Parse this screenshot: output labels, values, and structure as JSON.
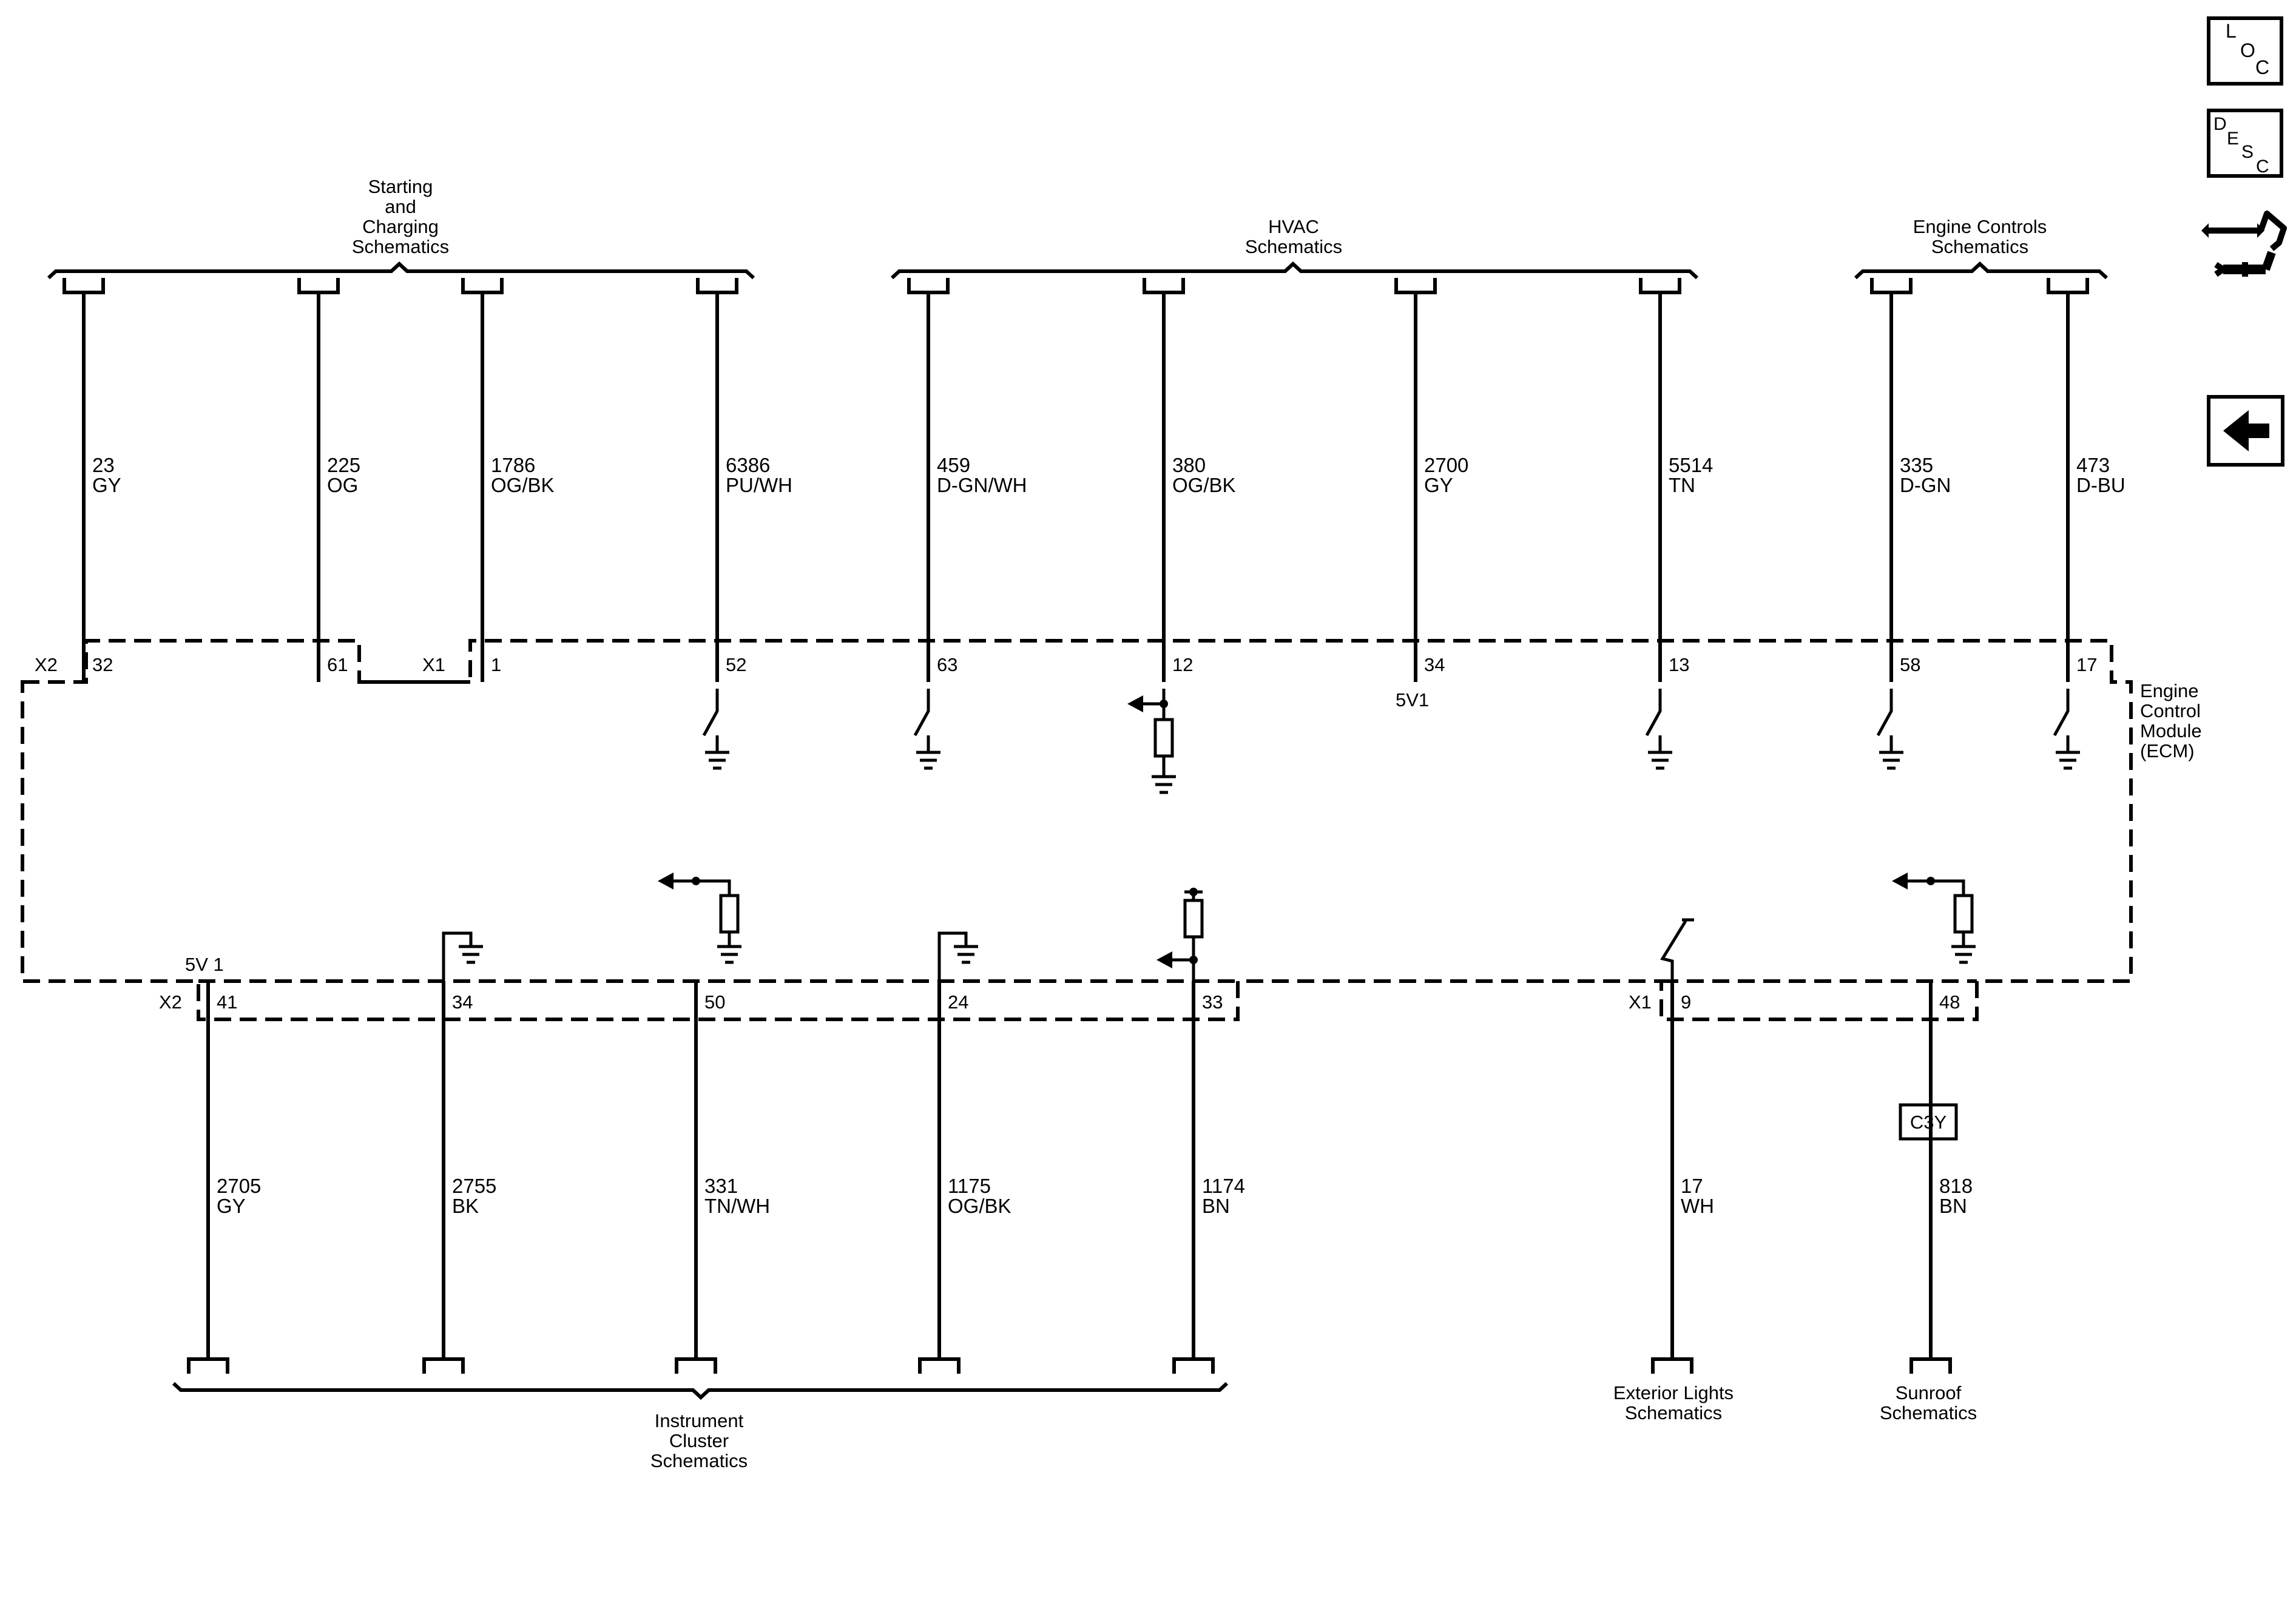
{
  "module": {
    "name_lines": [
      "Engine",
      "Control",
      "Module",
      "(ECM)"
    ],
    "ref_5v_top": "5V1",
    "ref_5v_bottom": "5V 1"
  },
  "connectors": {
    "top_x2": "X2",
    "top_x1": "X1",
    "bottom_x2": "X2",
    "bottom_x1": "X1"
  },
  "groups_top": [
    {
      "lines": [
        "Starting",
        "and",
        "Charging",
        "Schematics"
      ]
    },
    {
      "lines": [
        "HVAC",
        "Schematics"
      ]
    },
    {
      "lines": [
        "Engine Controls",
        "Schematics"
      ]
    }
  ],
  "groups_bottom": [
    {
      "lines": [
        "Instrument",
        "Cluster",
        "Schematics"
      ]
    },
    {
      "lines": [
        "Exterior Lights",
        "Schematics"
      ]
    },
    {
      "lines": [
        "Sunroof",
        "Schematics"
      ]
    }
  ],
  "wires_top": [
    {
      "circuit": "23",
      "color": "GY",
      "pin": "32"
    },
    {
      "circuit": "225",
      "color": "OG",
      "pin": "61"
    },
    {
      "circuit": "1786",
      "color": "OG/BK",
      "pin": "1"
    },
    {
      "circuit": "6386",
      "color": "PU/WH",
      "pin": "52"
    },
    {
      "circuit": "459",
      "color": "D-GN/WH",
      "pin": "63"
    },
    {
      "circuit": "380",
      "color": "OG/BK",
      "pin": "12"
    },
    {
      "circuit": "2700",
      "color": "GY",
      "pin": "34"
    },
    {
      "circuit": "5514",
      "color": "TN",
      "pin": "13"
    },
    {
      "circuit": "335",
      "color": "D-GN",
      "pin": "58"
    },
    {
      "circuit": "473",
      "color": "D-BU",
      "pin": "17"
    }
  ],
  "wires_bottom": [
    {
      "circuit": "2705",
      "color": "GY",
      "pin": "41"
    },
    {
      "circuit": "2755",
      "color": "BK",
      "pin": "34"
    },
    {
      "circuit": "331",
      "color": "TN/WH",
      "pin": "50"
    },
    {
      "circuit": "1175",
      "color": "OG/BK",
      "pin": "24"
    },
    {
      "circuit": "1174",
      "color": "BN",
      "pin": "33"
    },
    {
      "circuit": "17",
      "color": "WH",
      "pin": "9"
    },
    {
      "circuit": "818",
      "color": "BN",
      "pin": "48"
    }
  ],
  "inline_connector": "C3Y",
  "side_nav": {
    "loc": [
      "L",
      "O",
      "C"
    ],
    "desc": [
      "D",
      "E",
      "S",
      "C"
    ],
    "connector_view": "connector-view-icon",
    "back": "back-arrow-icon"
  }
}
